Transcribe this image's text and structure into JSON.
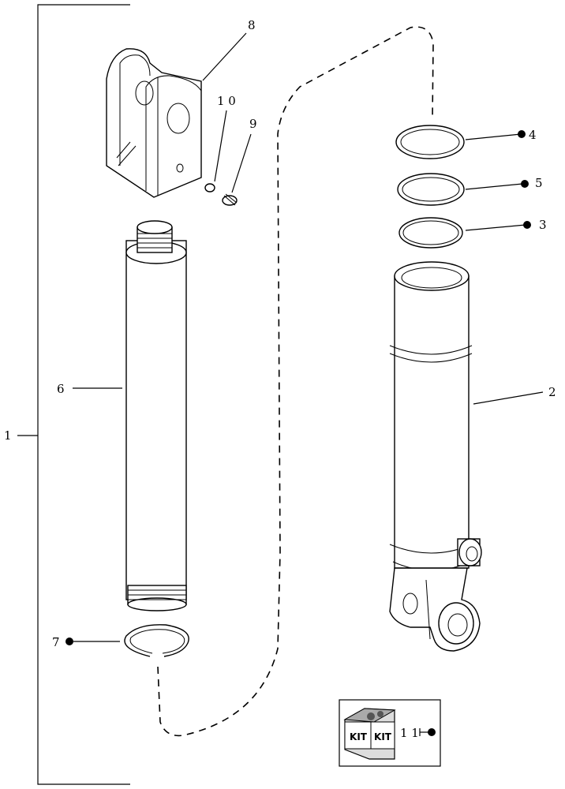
{
  "callouts": {
    "c1": "1",
    "c2": "2",
    "c3": "3",
    "c4": "4",
    "c5": "5",
    "c6": "6",
    "c7": "7",
    "c8": "8",
    "c9": "9",
    "c10": "1 0",
    "c11": "1 1"
  },
  "kit": {
    "label_left": "KIT",
    "label_right": "KIT"
  },
  "icons": {
    "marker": "filled-dot-icon",
    "kit": "kit-box-icon"
  }
}
